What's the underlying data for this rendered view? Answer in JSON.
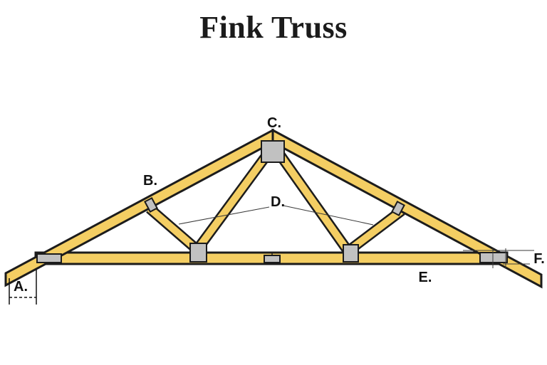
{
  "title": "Fink Truss",
  "diagram": {
    "labels": {
      "a": "A.",
      "b": "B.",
      "c": "C.",
      "d": "D.",
      "e": "E.",
      "f": "F."
    },
    "colors": {
      "wood": "#F4CE63",
      "outline": "#1C1C1C",
      "plate": "#C1C1C1",
      "leader": "#3A3A3A"
    }
  }
}
